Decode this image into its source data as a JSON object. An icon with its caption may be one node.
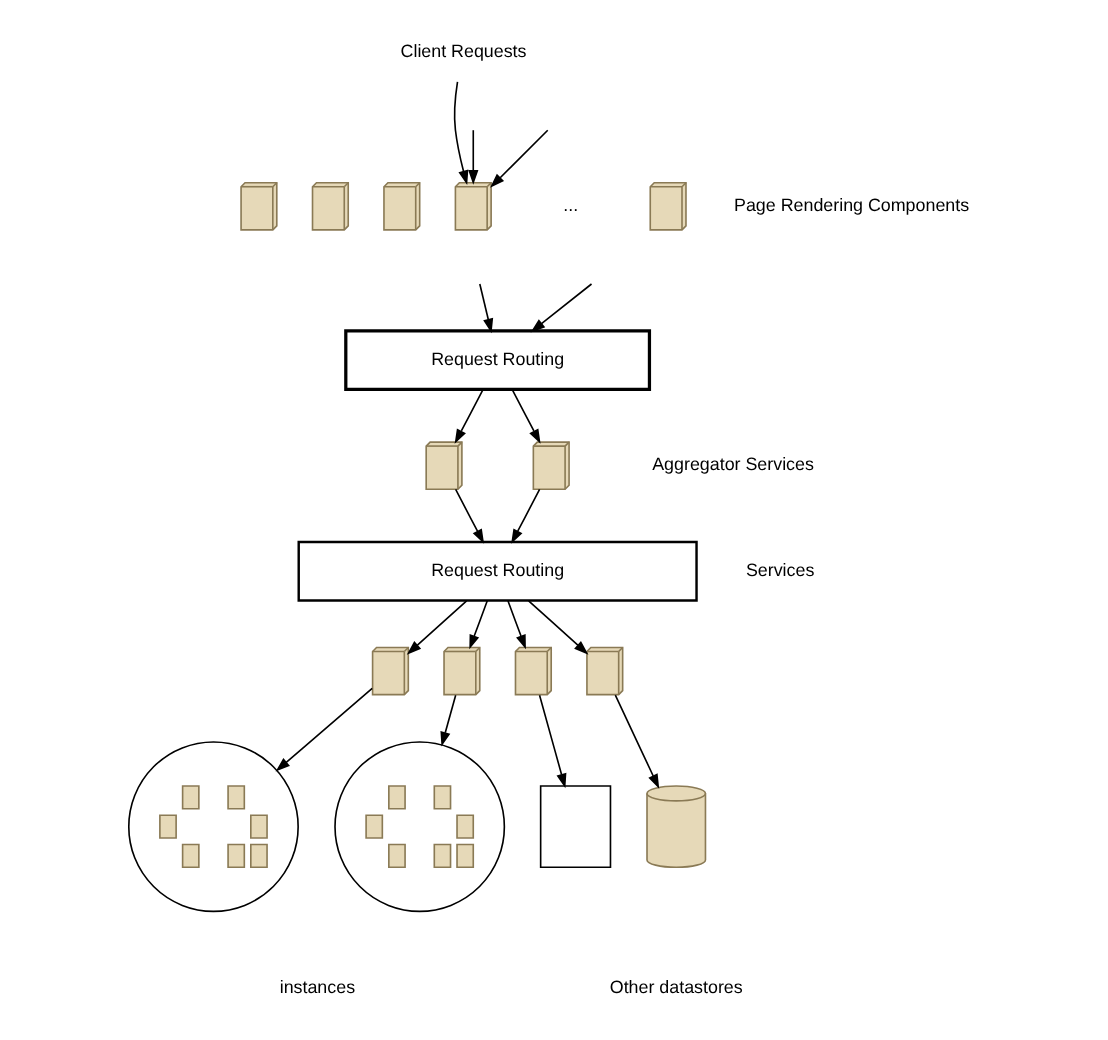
{
  "diagram": {
    "nodes": [
      {
        "text": [
          "Client Requests"
        ]
      },
      {
        "text": [],
        "shape": "server"
      },
      {
        "text": [],
        "shape": "server"
      },
      {
        "text": [],
        "shape": "server"
      },
      {
        "text": [],
        "shape": "server"
      },
      {
        "text": [],
        "shape": "server"
      },
      {
        "text": [
          "Request Routing"
        ]
      },
      {
        "text": [],
        "shape": "server"
      },
      {
        "text": [],
        "shape": "server"
      },
      {
        "text": [
          "Request Routing"
        ]
      },
      {
        "text": [],
        "shape": "server"
      },
      {
        "text": [],
        "shape": "server"
      },
      {
        "text": [],
        "shape": "server"
      },
      {
        "text": [],
        "shape": "server"
      },
      {
        "text": [],
        "shape": "circle"
      },
      {
        "text": [],
        "shape": "circle"
      },
      {
        "text": [],
        "shape": "box"
      },
      {
        "text": [],
        "shape": "cylinder"
      }
    ],
    "edges": [
      {
        "from": null,
        "to": 4,
        "arrow": "to"
      },
      {
        "from": 0,
        "to": 4,
        "arrow": "to"
      },
      {
        "from": null,
        "to": 4,
        "arrow": "to"
      },
      {
        "from": null,
        "to": 6,
        "arrow": "to"
      },
      {
        "from": null,
        "to": 6,
        "arrow": "to"
      },
      {
        "from": 6,
        "to": 7,
        "arrow": "to"
      },
      {
        "from": 6,
        "to": 8,
        "arrow": "to"
      },
      {
        "from": 7,
        "to": 9,
        "arrow": "to"
      },
      {
        "from": 8,
        "to": 9,
        "arrow": "to"
      },
      {
        "from": 9,
        "to": 10,
        "arrow": "to"
      },
      {
        "from": 9,
        "to": 11,
        "arrow": "to"
      },
      {
        "from": 9,
        "to": 12,
        "arrow": "to"
      },
      {
        "from": 9,
        "to": 13,
        "arrow": "to"
      },
      {
        "from": 10,
        "to": 14,
        "arrow": "to"
      },
      {
        "from": 11,
        "to": 15,
        "arrow": "to"
      },
      {
        "from": 12,
        "to": 16,
        "arrow": "to"
      },
      {
        "from": 13,
        "to": 17,
        "arrow": "to"
      }
    ],
    "labels": [
      "...",
      "Page Rendering Components",
      "Aggregator Services",
      "Services",
      "instances",
      "Other datastores"
    ]
  }
}
